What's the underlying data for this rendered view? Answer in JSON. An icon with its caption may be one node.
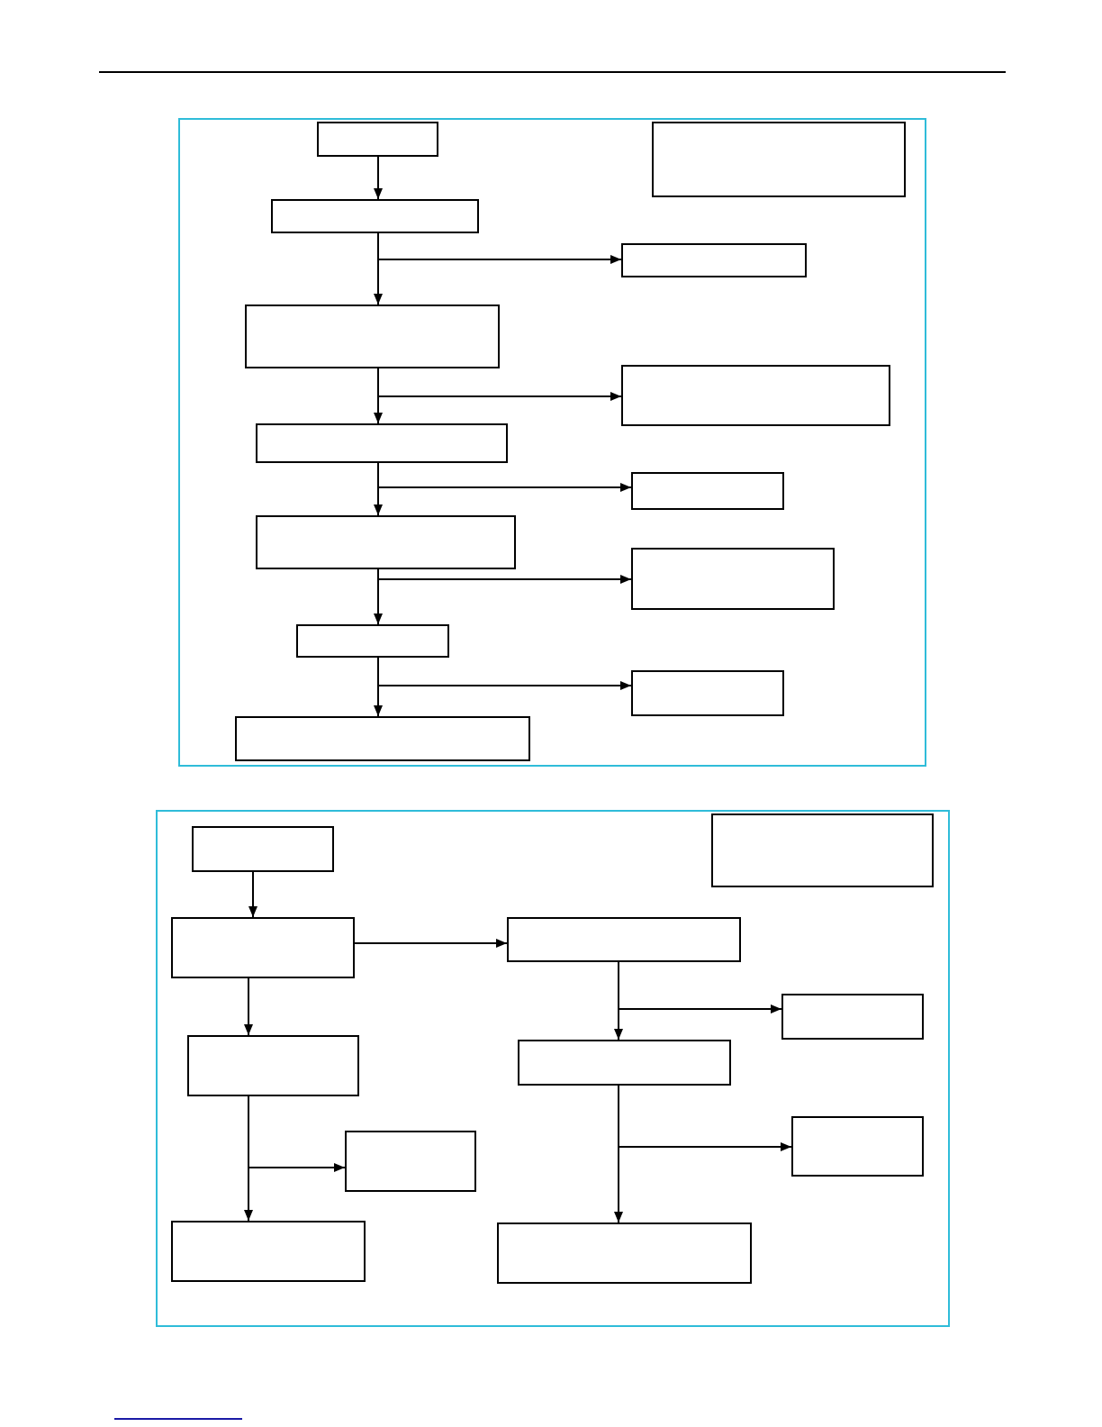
{
  "diagram": {
    "nodes": [
      {
        "text": [],
        "shape": "box"
      },
      {
        "text": [],
        "shape": "box",
        "in": 0
      },
      {
        "text": [],
        "shape": "box",
        "in": 0
      },
      {
        "text": [],
        "shape": "box",
        "in": 0
      },
      {
        "text": [],
        "shape": "box",
        "in": 0
      },
      {
        "text": [],
        "shape": "box",
        "in": 0
      },
      {
        "text": [],
        "shape": "box",
        "in": 0
      },
      {
        "text": [],
        "shape": "box",
        "in": 0
      },
      {
        "text": [],
        "shape": "box",
        "in": 0
      },
      {
        "text": [],
        "shape": "box",
        "in": 0
      },
      {
        "text": [],
        "shape": "box",
        "in": 0
      },
      {
        "text": [],
        "shape": "box",
        "in": 0
      },
      {
        "text": [],
        "shape": "box",
        "in": 0
      },
      {
        "text": [],
        "shape": "box",
        "in": 0
      },
      {
        "text": [],
        "shape": "box"
      },
      {
        "text": [],
        "shape": "box",
        "in": 14
      },
      {
        "text": [],
        "shape": "box",
        "in": 14
      },
      {
        "text": [],
        "shape": "box",
        "in": 14
      },
      {
        "text": [],
        "shape": "box",
        "in": 14
      },
      {
        "text": [],
        "shape": "box",
        "in": 14
      },
      {
        "text": [],
        "shape": "box",
        "in": 14
      },
      {
        "text": [],
        "shape": "box",
        "in": 14
      },
      {
        "text": [],
        "shape": "box",
        "in": 14
      },
      {
        "text": [],
        "shape": "box",
        "in": 14
      },
      {
        "text": [],
        "shape": "box",
        "in": 14
      },
      {
        "text": [],
        "shape": "box",
        "in": 14
      }
    ],
    "edges": [
      {
        "from": 1,
        "to": 3,
        "arrow": "to"
      },
      {
        "from": 3,
        "to": 5,
        "arrow": "to"
      },
      {
        "from": 3,
        "to": 4,
        "arrow": "to"
      },
      {
        "from": 5,
        "to": 7,
        "arrow": "to"
      },
      {
        "from": 5,
        "to": 6,
        "arrow": "to"
      },
      {
        "from": 7,
        "to": 9,
        "arrow": "to"
      },
      {
        "from": 7,
        "to": 8,
        "arrow": "to"
      },
      {
        "from": 9,
        "to": 11,
        "arrow": "to"
      },
      {
        "from": 9,
        "to": 10,
        "arrow": "to"
      },
      {
        "from": 11,
        "to": 13,
        "arrow": "to"
      },
      {
        "from": 11,
        "to": 12,
        "arrow": "to"
      },
      {
        "from": 15,
        "to": 17,
        "arrow": "to"
      },
      {
        "from": 17,
        "to": 18,
        "arrow": "to"
      },
      {
        "from": 17,
        "to": 20,
        "arrow": "to"
      },
      {
        "from": 18,
        "to": 21,
        "arrow": "to"
      },
      {
        "from": 18,
        "to": 19,
        "arrow": "to"
      },
      {
        "from": 20,
        "to": 24,
        "arrow": "to"
      },
      {
        "from": 20,
        "to": 22,
        "arrow": "to"
      },
      {
        "from": 21,
        "to": 25,
        "arrow": "to"
      },
      {
        "from": 21,
        "to": 23,
        "arrow": "to"
      }
    ]
  }
}
